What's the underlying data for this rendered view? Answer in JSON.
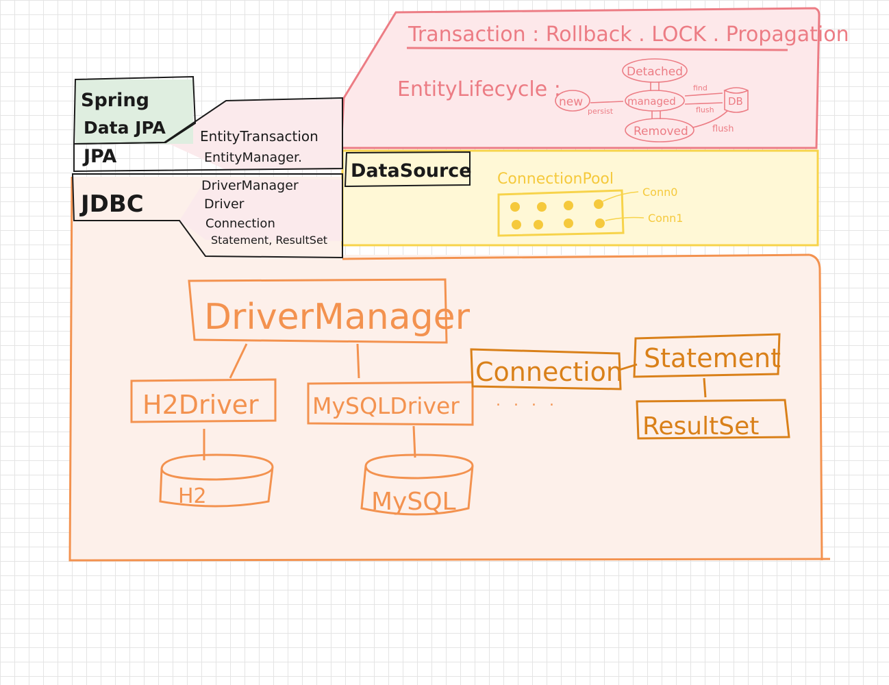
{
  "colors": {
    "transaction": "#ec7c84",
    "datasource": "#f7d34a",
    "jdbc": "#f3924f",
    "connection": "#d98019",
    "spring_jpa": "#2e7d32"
  },
  "transaction": {
    "title": "Transaction : Rollback . LOCK . Propagation",
    "lifecycle_label": "EntityLifecycle :",
    "states": {
      "new": "new",
      "managed": "managed",
      "detached": "Detached",
      "removed": "Removed",
      "db": "DB"
    },
    "edges": {
      "persist": "persist",
      "find": "find",
      "flush1": "flush",
      "flush2": "flush"
    }
  },
  "stack": {
    "spring": "Spring",
    "data_jpa": "Data JPA",
    "jpa": "JPA",
    "jdbc": "JDBC",
    "jpa_items": [
      "EntityTransaction",
      "EntityManager."
    ],
    "jdbc_items": [
      "DriverManager",
      "Driver",
      "Connection",
      "Statement, ResultSet"
    ]
  },
  "datasource": {
    "label": "DataSource",
    "pool_label": "ConnectionPool",
    "conn_labels": [
      "Conn0",
      "Conn1"
    ]
  },
  "jdbc_detail": {
    "driver_manager": "DriverManager",
    "h2_driver": "H2Driver",
    "mysql_driver": "MySQLDriver",
    "h2_db": "H2",
    "mysql_db": "MySQL",
    "connection": "Connection",
    "statement": "Statement",
    "resultset": "ResultSet",
    "ellipsis": ". . . ."
  }
}
